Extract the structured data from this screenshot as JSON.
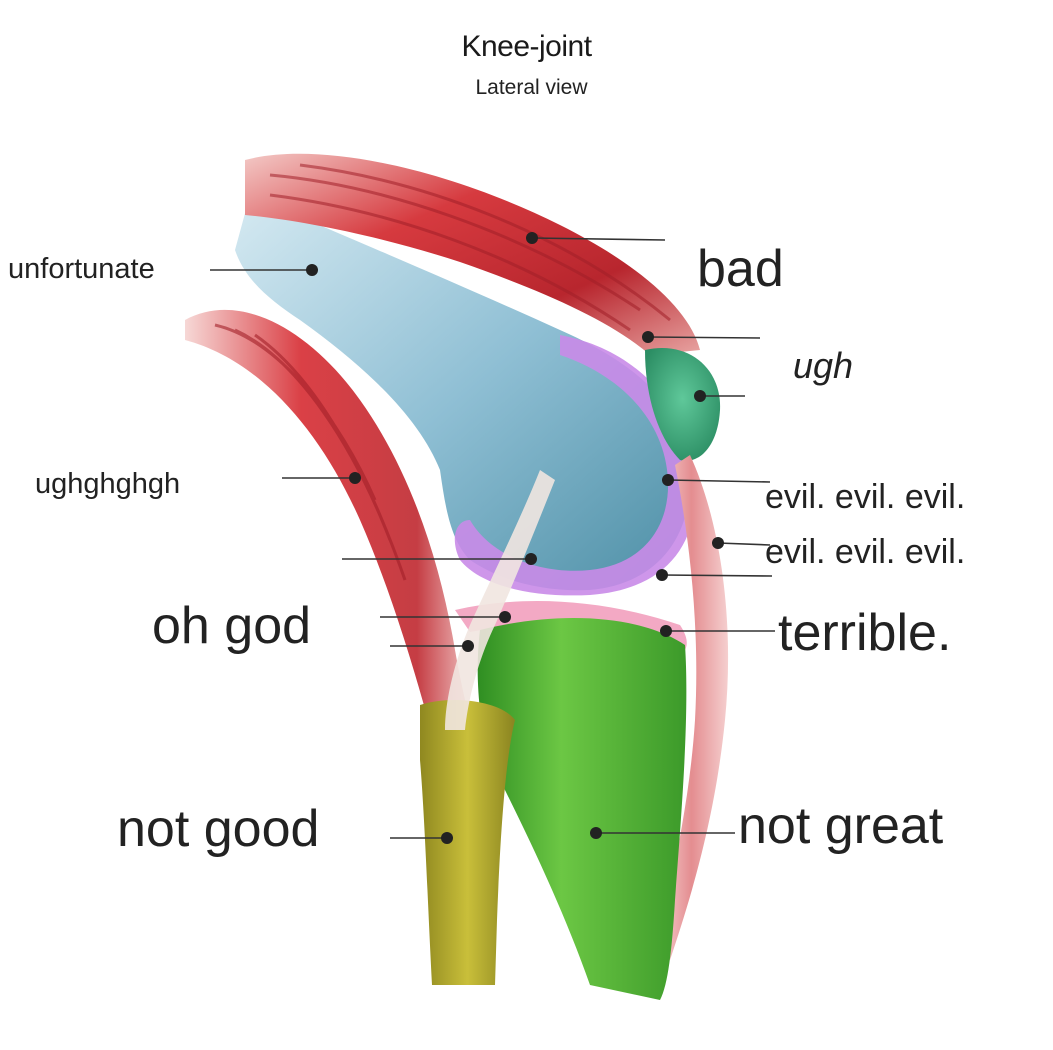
{
  "title": "Knee-joint",
  "subtitle": "Lateral view",
  "labels": {
    "unfortunate": "unfortunate",
    "bad": "bad",
    "ugh": "ugh",
    "ughghghgh": "ughghghgh",
    "evil1": "evil. evil. evil.",
    "evil2": "evil. evil. evil.",
    "oh_god": "oh god",
    "terrible": "terrible.",
    "not_good": "not good",
    "not_great": "not great"
  },
  "colors": {
    "muscle": "#d63a3f",
    "femur": "#8fbfd4",
    "cartilage": "#c98be8",
    "patella": "#3fa77e",
    "tibia": "#5db83a",
    "fibula": "#b7ad2c",
    "ligament": "#f0b7b8",
    "meniscus": "#f3a9c4"
  }
}
